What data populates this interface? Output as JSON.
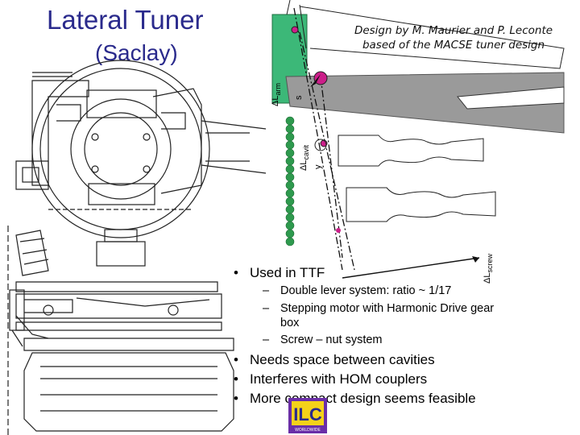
{
  "slide": {
    "title": "Lateral Tuner",
    "subtitle": "(Saclay)",
    "credit_line1": "Design by M. Maurier and P. Leconte",
    "credit_line2": "based of the MACSE tuner design"
  },
  "diagram_labels": {
    "delta_l_arm": "ΔL",
    "arm_sub": "arm",
    "s": "s",
    "delta_l_cavit": "ΔL",
    "cavit_sub": "cavit",
    "y": "y",
    "delta_l_screw": "ΔL",
    "screw_sub": "screw"
  },
  "bullets": [
    {
      "text": "Used in TTF",
      "subs": [
        "Double lever system: ratio ~ 1/17",
        "Stepping motor with Harmonic Drive gear",
        "box",
        "Screw – nut system"
      ]
    },
    {
      "text": "Needs space between cavities"
    },
    {
      "text": "Interferes with HOM couplers"
    },
    {
      "text": "More compact design seems feasible"
    }
  ],
  "logo": {
    "text": "ILC",
    "small": "WORLDWIDE"
  },
  "colors": {
    "title": "#2a2a8c",
    "green_block": "#3cb878",
    "lever_gray": "#9a9a9a",
    "chain_green": "#2e9a4e",
    "pivot_magenta": "#cc1f8a",
    "logo_purple": "#6a2ea8",
    "logo_yellow": "#f4d21a"
  }
}
